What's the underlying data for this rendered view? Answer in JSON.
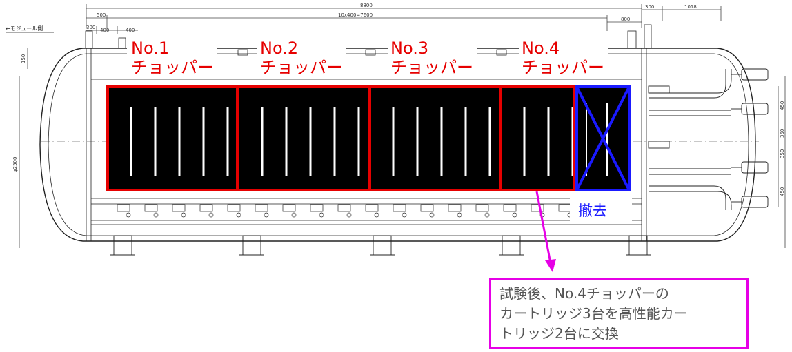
{
  "diagram": {
    "dimensions": {
      "total": "8800",
      "pitch": "10x400=7600",
      "left_a": "500",
      "left_b": "300",
      "left_c": "400",
      "left_d": "400",
      "right_a": "300",
      "right_b": "1018",
      "right_c": "800",
      "diameter": "φ2500",
      "v1": "150",
      "r1": "450",
      "r2": "350",
      "r3": "350",
      "r4": "450"
    },
    "module_label": "←モジュール側",
    "choppers": [
      {
        "name": "No.1",
        "sub": "チョッパー"
      },
      {
        "name": "No.2",
        "sub": "チョッパー"
      },
      {
        "name": "No.3",
        "sub": "チョッパー"
      },
      {
        "name": "No.4",
        "sub": "チョッパー"
      }
    ],
    "removed_label": "撤去",
    "note_lines": [
      "試験後、No.4チョッパーの",
      "カートリッジ3台を高性能カー",
      "トリッジ2台に交換"
    ],
    "colors": {
      "chopper_frame": "#e60000",
      "removed_frame": "#1a1aff",
      "note_frame": "#e600e6",
      "cartridge": "#000000"
    }
  }
}
